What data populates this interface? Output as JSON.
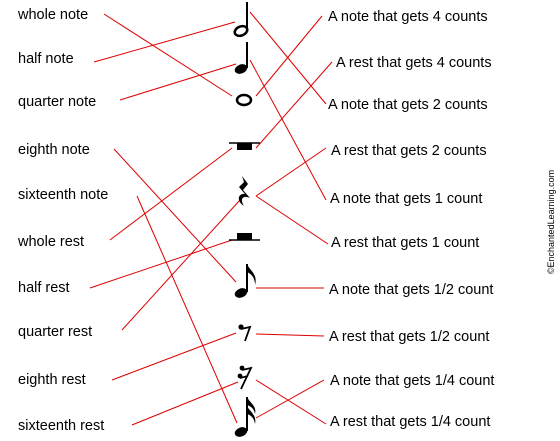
{
  "terms": [
    "whole note",
    "half note",
    "quarter note",
    "eighth note",
    "sixteenth note",
    "whole rest",
    "half rest",
    "quarter rest",
    "eighth rest",
    "sixteenth rest"
  ],
  "definitions": [
    "A note that gets 4 counts",
    "A rest that gets 4 counts",
    "A note that gets 2 counts",
    "A rest that gets 2 counts",
    "A note that gets 1 count",
    "A rest that gets 1 count",
    "A note that gets 1/2 count",
    "A rest that gets 1/2 count",
    "A note that gets 1/4 count",
    "A rest that gets 1/4 count"
  ],
  "symbols": [
    "half-note-icon",
    "quarter-note-icon",
    "whole-note-icon",
    "whole-rest-icon",
    "quarter-rest-icon",
    "half-rest-icon",
    "eighth-note-icon",
    "eighth-rest-icon",
    "sixteenth-rest-icon",
    "sixteenth-note-icon"
  ],
  "credit": "©EnchantedLearning.com",
  "colors": {
    "line": "#dd0000",
    "text": "#000000"
  }
}
